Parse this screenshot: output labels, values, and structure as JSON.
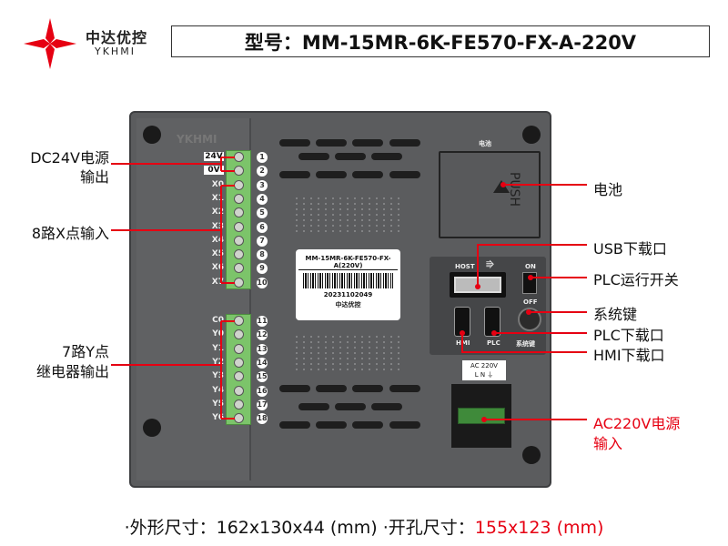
{
  "header": {
    "brand_cn": "中达优控",
    "brand_en": "YKHMI",
    "model_title": "型号：MM-15MR-6K-FE570-FX-A-220V"
  },
  "device": {
    "logo_text": "YKHMI",
    "input_terminals": [
      {
        "label": "24V",
        "num": "1"
      },
      {
        "label": "0V",
        "num": "2"
      },
      {
        "label": "X0",
        "num": "3"
      },
      {
        "label": "X1",
        "num": "4"
      },
      {
        "label": "X2",
        "num": "5"
      },
      {
        "label": "X3",
        "num": "6"
      },
      {
        "label": "X4",
        "num": "7"
      },
      {
        "label": "X5",
        "num": "8"
      },
      {
        "label": "X6",
        "num": "9"
      },
      {
        "label": "X7",
        "num": "10"
      }
    ],
    "output_terminals": [
      {
        "label": "C0",
        "num": "11"
      },
      {
        "label": "Y0",
        "num": "12"
      },
      {
        "label": "Y1",
        "num": "13"
      },
      {
        "label": "Y2",
        "num": "14"
      },
      {
        "label": "Y3",
        "num": "15"
      },
      {
        "label": "Y4",
        "num": "16"
      },
      {
        "label": "Y5",
        "num": "17"
      },
      {
        "label": "Y6",
        "num": "18"
      }
    ],
    "sticker": {
      "model": "MM-15MR-6K-FE570-FX-A(220V)",
      "serial": "20231102049",
      "brand": "中达优控"
    },
    "battery_label": "电池",
    "push_text": "PUSH",
    "host_label": "HOST",
    "on_label": "ON",
    "off_label": "OFF",
    "hmi_port": "HMI",
    "plc_port": "PLC",
    "system_key": "系统键",
    "power_label": {
      "line1": "AC 220V",
      "line2": "L  N  ⏚"
    }
  },
  "callouts": {
    "dc24v_l1": "DC24V电源",
    "dc24v_l2": "输出",
    "x_inputs": "8路X点输入",
    "y_l1": "7路Y点",
    "y_l2": "继电器输出",
    "battery": "电池",
    "usb": "USB下载口",
    "run_switch": "PLC运行开关",
    "system_key": "系统键",
    "plc_port": "PLC下载口",
    "hmi_port": "HMI下载口",
    "ac_l1": "AC220V电源",
    "ac_l2": "输入"
  },
  "footer": {
    "outer_label": "·外形尺寸：",
    "outer_value": "162x130x44 (mm)",
    "cut_label": " ·开孔尺寸：",
    "cut_value": "155x123 (mm)"
  },
  "colors": {
    "accent": "#e60012",
    "terminal": "#7cc46a",
    "body": "#5b5c5e"
  }
}
